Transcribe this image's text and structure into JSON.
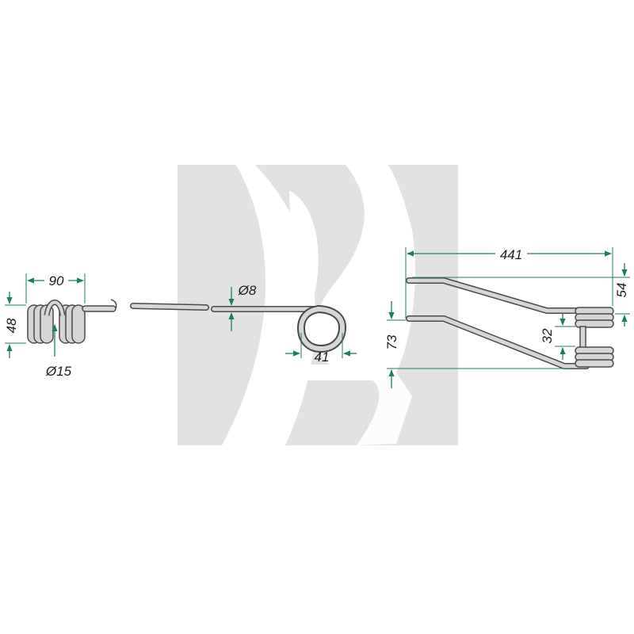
{
  "colors": {
    "dimension": "#1d7d63",
    "part_stroke": "#4a4a4a",
    "part_fill": "#d6d6d6",
    "watermark": "#e2e2e2"
  },
  "dimensions": {
    "coil_length": "90",
    "coil_height": "48",
    "coil_bore": "Ø15",
    "wire_diameter": "Ø8",
    "eye_diameter": "41",
    "tine_length": "441",
    "top_offset": "54",
    "coil_gap": "32",
    "total_height": "73"
  }
}
